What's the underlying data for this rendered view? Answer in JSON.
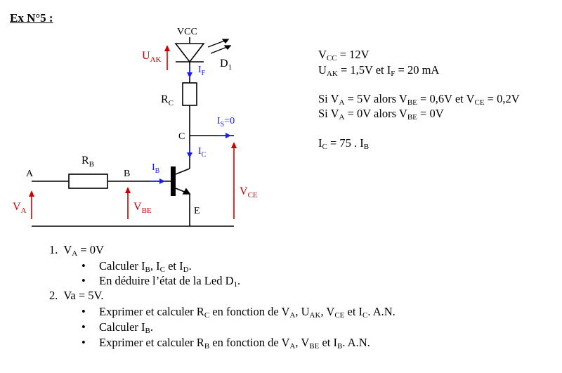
{
  "title": "Ex N°5 :",
  "circuit": {
    "vcc": "VCC",
    "u_letter": "U",
    "u_sub": "AK",
    "if_letter": "I",
    "if_sub": "F",
    "d1_letter": "D",
    "d1_sub": "1",
    "rc_letter": "R",
    "rc_sub": "C",
    "is_letter": "I",
    "is_sub": "S",
    "is_value": "=0",
    "node_c": "C",
    "ic_letter": "I",
    "ic_sub": "C",
    "rb_letter": "R",
    "rb_sub": "B",
    "node_a": "A",
    "node_b": "B",
    "ib_letter": "I",
    "ib_sub": "B",
    "va_letter": "V",
    "va_sub": "A",
    "vbe_letter": "V",
    "vbe_sub": "BE",
    "vce_letter": "V",
    "vce_sub": "CE",
    "node_e": "E"
  },
  "given": {
    "l1": {
      "a": "V",
      "a_sub": "CC",
      "b": " = 12V"
    },
    "l2": {
      "a": "U",
      "a_sub": "AK",
      "b": " = 1,5V et I",
      "b_sub": "F",
      "c": " = 20 mA"
    },
    "l3": {
      "a": "Si V",
      "a_sub": "A",
      "b": " = 5V alors V",
      "b_sub": "BE",
      "c": " = 0,6V et V",
      "c_sub": "CE",
      "d": " = 0,2V"
    },
    "l4": {
      "a": "Si V",
      "a_sub": "A",
      "b": " = 0V alors V",
      "b_sub": "BE",
      "c": " = 0V"
    },
    "l5": {
      "a": "I",
      "a_sub": "C",
      "b": " = 75 . I",
      "b_sub": "B"
    }
  },
  "questions": {
    "q1": {
      "num": "1.",
      "a": "V",
      "a_sub": "A",
      "b": " = 0V"
    },
    "q1_b1": {
      "a": "Calculer I",
      "a_sub": "B",
      "b": ", I",
      "b_sub": "C",
      "c": " et I",
      "c_sub": "D",
      "d": "."
    },
    "q1_b2": {
      "a": "En déduire l’état de la Led D",
      "a_sub": "1",
      "b": "."
    },
    "q2": {
      "num": "2.",
      "a": "Va = 5V."
    },
    "q2_b1": {
      "a": "Exprimer et calculer R",
      "a_sub": "C",
      "b": " en fonction de V",
      "b_sub": "A",
      "c": ", U",
      "c_sub": "AK",
      "d": ", V",
      "d_sub": "CE",
      "e": " et I",
      "e_sub": "C",
      "f": ".  A.N."
    },
    "q2_b2": {
      "a": "Calculer I",
      "a_sub": "B",
      "b": "."
    },
    "q2_b3": {
      "a": "Exprimer et calculer R",
      "a_sub": "B",
      "b": " en fonction de V",
      "b_sub": "A",
      "c": ", V",
      "c_sub": "BE",
      "d": " et I",
      "d_sub": "B",
      "e": ". A.N."
    },
    "bullet": "•"
  },
  "colors": {
    "wire": "#000000",
    "voltage_arrow": "#cc0000",
    "current_arrow": "#1a1aff"
  }
}
